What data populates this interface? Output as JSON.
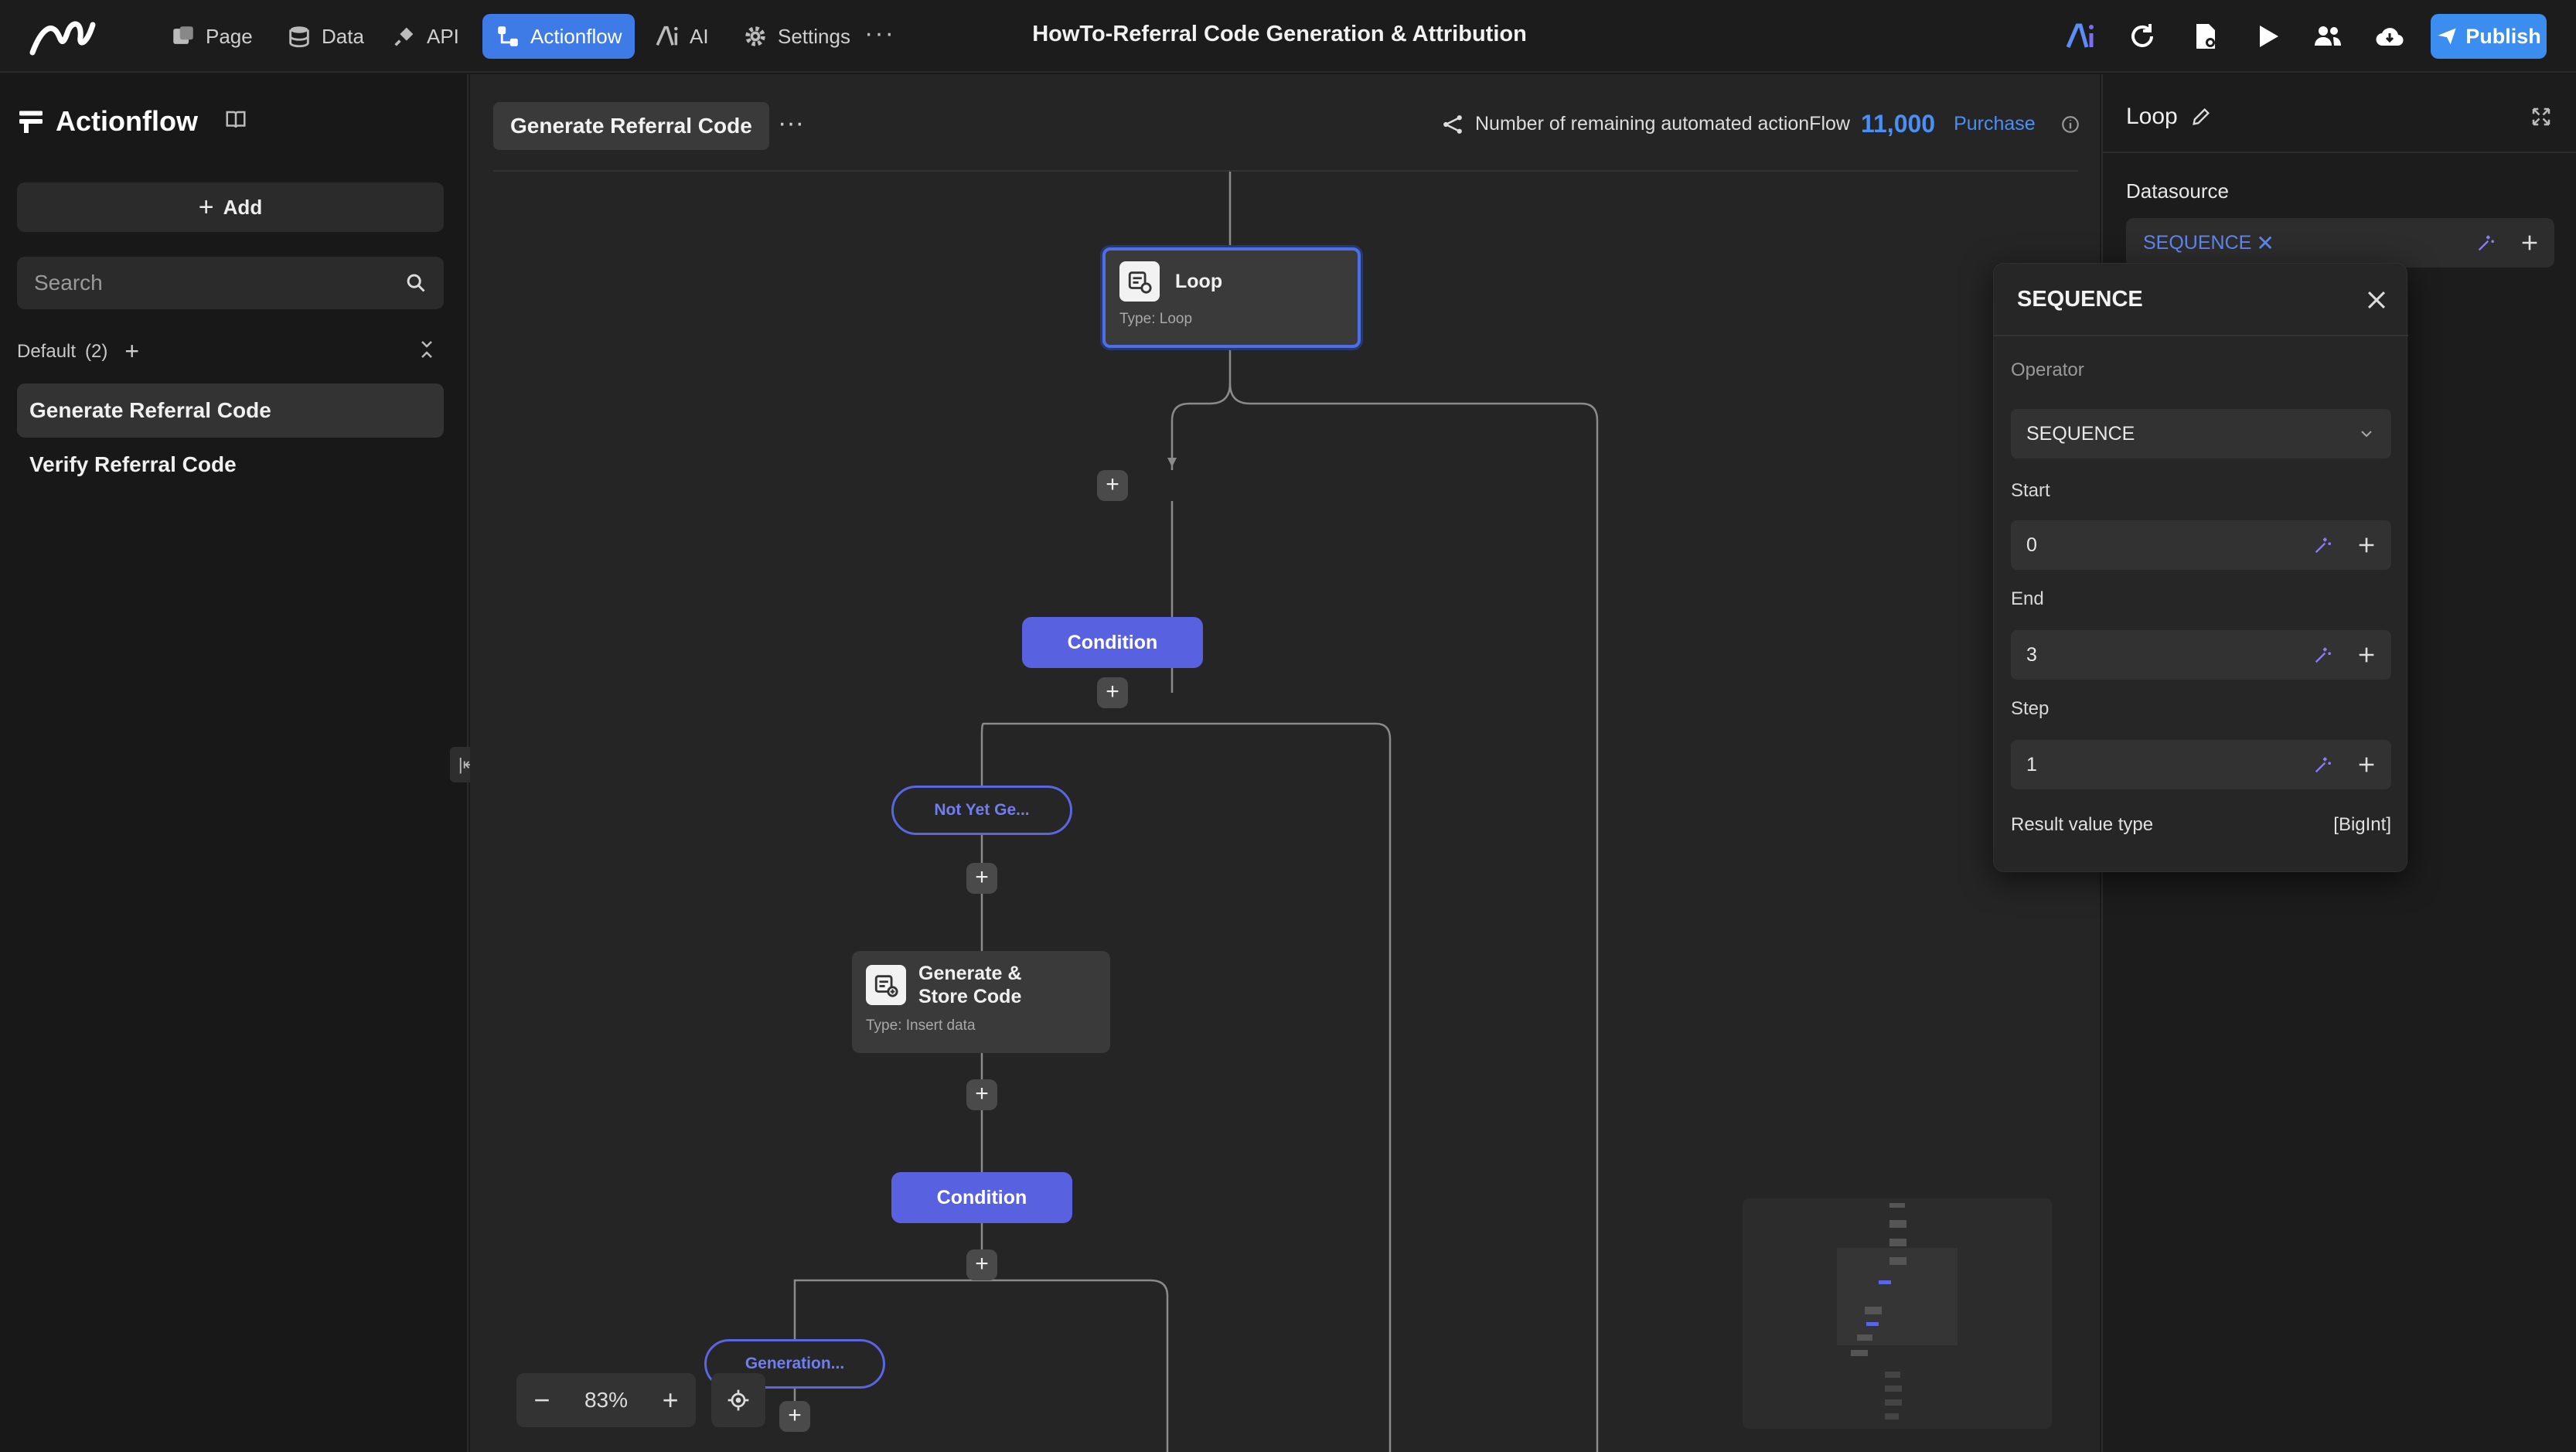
{
  "topbar": {
    "nav": [
      {
        "label": "Page",
        "icon": "page-icon"
      },
      {
        "label": "Data",
        "icon": "database-icon"
      },
      {
        "label": "API",
        "icon": "plug-icon"
      },
      {
        "label": "Actionflow",
        "icon": "flow-icon",
        "active": true
      },
      {
        "label": "AI",
        "icon": "ai-icon"
      },
      {
        "label": "Settings",
        "icon": "gear-icon"
      }
    ],
    "more": "···",
    "title": "HowTo-Referral Code Generation & Attribution",
    "publish_label": "Publish"
  },
  "sidebar": {
    "heading": "Actionflow",
    "add_label": "Add",
    "search_placeholder": "Search",
    "group_name": "Default",
    "group_count": "(2)",
    "items": [
      {
        "label": "Generate Referral Code",
        "selected": true
      },
      {
        "label": "Verify Referral Code",
        "selected": false
      }
    ]
  },
  "canvas": {
    "flow_title": "Generate Referral Code",
    "flow_more": "···",
    "remaining_text": "Number of remaining automated actionFlow",
    "remaining_count": "11,000",
    "purchase_label": "Purchase",
    "loop_node": {
      "name": "Loop",
      "type": "Type:  Loop"
    },
    "condition_1": "Condition",
    "branch_1": "Not Yet Ge...",
    "gen_node": {
      "name": "Generate & Store Code",
      "type": "Type:  Insert data"
    },
    "condition_2": "Condition",
    "branch_2": "Generation...",
    "zoom_level": "83%",
    "plus": "+"
  },
  "right_panel": {
    "title": "Loop",
    "datasource_label": "Datasource",
    "datasource_value": "SEQUENCE"
  },
  "popover": {
    "title": "SEQUENCE",
    "operator_label": "Operator",
    "operator_value": "SEQUENCE",
    "start_label": "Start",
    "start_value": "0",
    "end_label": "End",
    "end_value": "3",
    "step_label": "Step",
    "step_value": "1",
    "result_label": "Result value type",
    "result_value": "[BigInt]"
  },
  "colors": {
    "accent": "#3f7be6",
    "node_selected": "#4d6ee6",
    "condition": "#5862e0",
    "link": "#4a8ff5"
  }
}
